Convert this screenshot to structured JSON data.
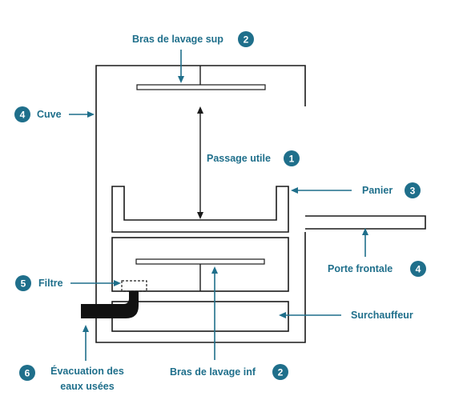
{
  "colors": {
    "accent": "#1f6f8b",
    "structure": "#1a1a1a",
    "drain": "#111111"
  },
  "labels": {
    "upper_arm": {
      "text": "Bras de lavage sup",
      "num": "2"
    },
    "tank": {
      "text": "Cuve",
      "num": "4"
    },
    "useful_passage": {
      "text": "Passage utile",
      "num": "1"
    },
    "basket": {
      "text": "Panier",
      "num": "3"
    },
    "front_door": {
      "text": "Porte frontale",
      "num": "4"
    },
    "filter": {
      "text": "Filtre",
      "num": "5"
    },
    "booster_heater": {
      "text": "Surchauffeur"
    },
    "drain": {
      "line1": "Évacuation des",
      "line2": "eaux usées",
      "num": "6"
    },
    "lower_arm": {
      "text": "Bras de lavage inf",
      "num": "2"
    }
  }
}
